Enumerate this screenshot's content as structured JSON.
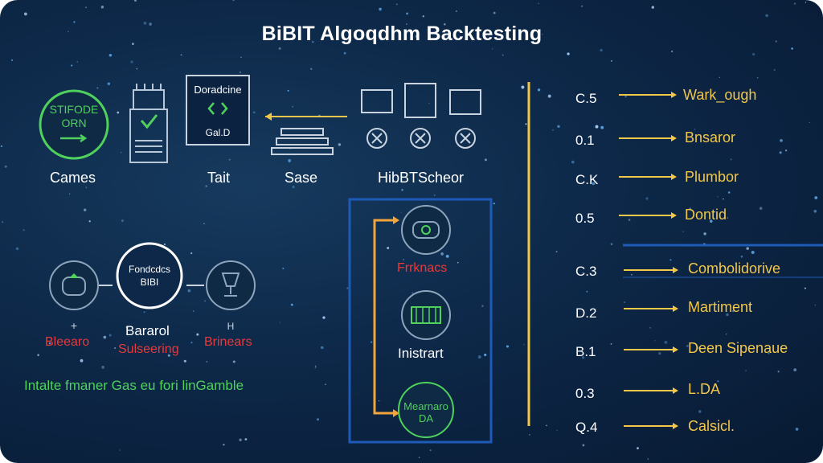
{
  "title": "BiBIT Algoqdhm Backtesting",
  "top_section": {
    "circle_badge": {
      "line1": "STIFODE",
      "line2": "ORN"
    },
    "panel_box": {
      "top": "Doradcine",
      "bottom": "Gal.D"
    },
    "labels": [
      "Cames",
      "Tait",
      "Sase",
      "HibBTScheor"
    ]
  },
  "middle_left": {
    "center_node": {
      "line1": "Fondcdcs",
      "line2": "BIBI"
    },
    "labels_red": [
      "Bleearo",
      "Sulseering",
      "Brinears"
    ],
    "label_center_white": "Bararol",
    "footer": "Intalte fmaner Gas eu fori linGamble"
  },
  "center_box": {
    "items": [
      "Frrknacs",
      "Inistrart",
      "Mearnaro DA"
    ]
  },
  "right_list": [
    {
      "value": "C.5",
      "label": "Wark_ough"
    },
    {
      "value": "0.1",
      "label": "Bnsaror"
    },
    {
      "value": "C.K",
      "label": "Plumbor"
    },
    {
      "value": "0.5",
      "label": "Dontid"
    },
    {
      "value": "C.3",
      "label": "Combolidorive"
    },
    {
      "value": "D.2",
      "label": "Martiment"
    },
    {
      "value": "B.1",
      "label": "Deen Sipenaue"
    },
    {
      "value": "0.3",
      "label": "L.DA"
    },
    {
      "value": "Q.4",
      "label": "Calsicl."
    }
  ],
  "colors": {
    "background": "#0d2848",
    "accent_green": "#4fd15c",
    "accent_red": "#e83a3a",
    "accent_orange": "#f3c74a",
    "box_blue": "#1e5bb8"
  }
}
